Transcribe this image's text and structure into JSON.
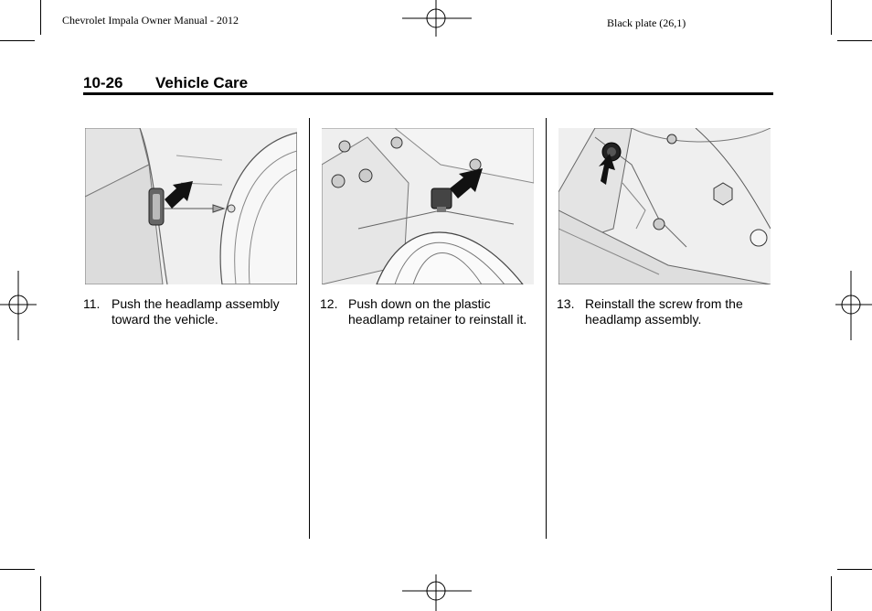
{
  "header": {
    "manual_title": "Chevrolet Impala Owner Manual - 2012",
    "plate": "Black plate (26,1)"
  },
  "section": {
    "page_number": "10-26",
    "title": "Vehicle Care"
  },
  "steps": [
    {
      "number": "11.",
      "text": "Push the headlamp assembly toward the vehicle."
    },
    {
      "number": "12.",
      "text": "Push down on the plastic headlamp retainer to reinstall it."
    },
    {
      "number": "13.",
      "text": "Reinstall the screw from the headlamp assembly."
    }
  ]
}
